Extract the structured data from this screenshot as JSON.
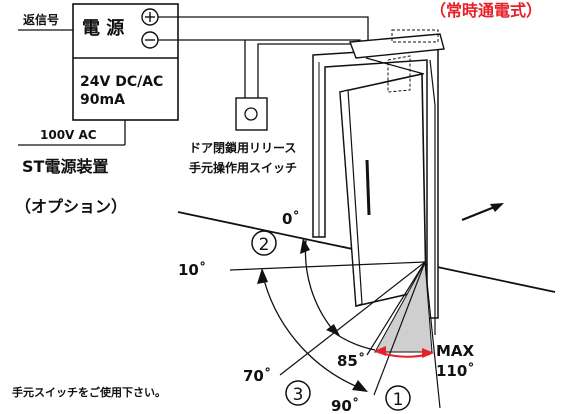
{
  "power_unit": {
    "signal_label": "返信号",
    "title": "電 源",
    "plus_symbol": "+",
    "minus_symbol": "−",
    "voltage": "24V DC/AC",
    "current": "90mA",
    "input_label": "100V AC",
    "name": "ST電源装置",
    "option": "（オプション）"
  },
  "release_switch": {
    "line1": "ドア閉鎖用リリース",
    "line2": "手元操作用スイッチ"
  },
  "header_note": "（常時通電式）",
  "angles": {
    "a0": "0˚",
    "a10": "10˚",
    "a70": "70˚",
    "a85": "85˚",
    "a90": "90˚",
    "max_label": "MAX",
    "max_value": "110˚"
  },
  "circled": {
    "n1": "1",
    "n2": "2",
    "n3": "3"
  },
  "footnote": "手元スイッチをご使用下さい。",
  "colors": {
    "accent_red": "#e8202a",
    "stroke": "#111111",
    "fill_gray": "#cfcfcf"
  }
}
